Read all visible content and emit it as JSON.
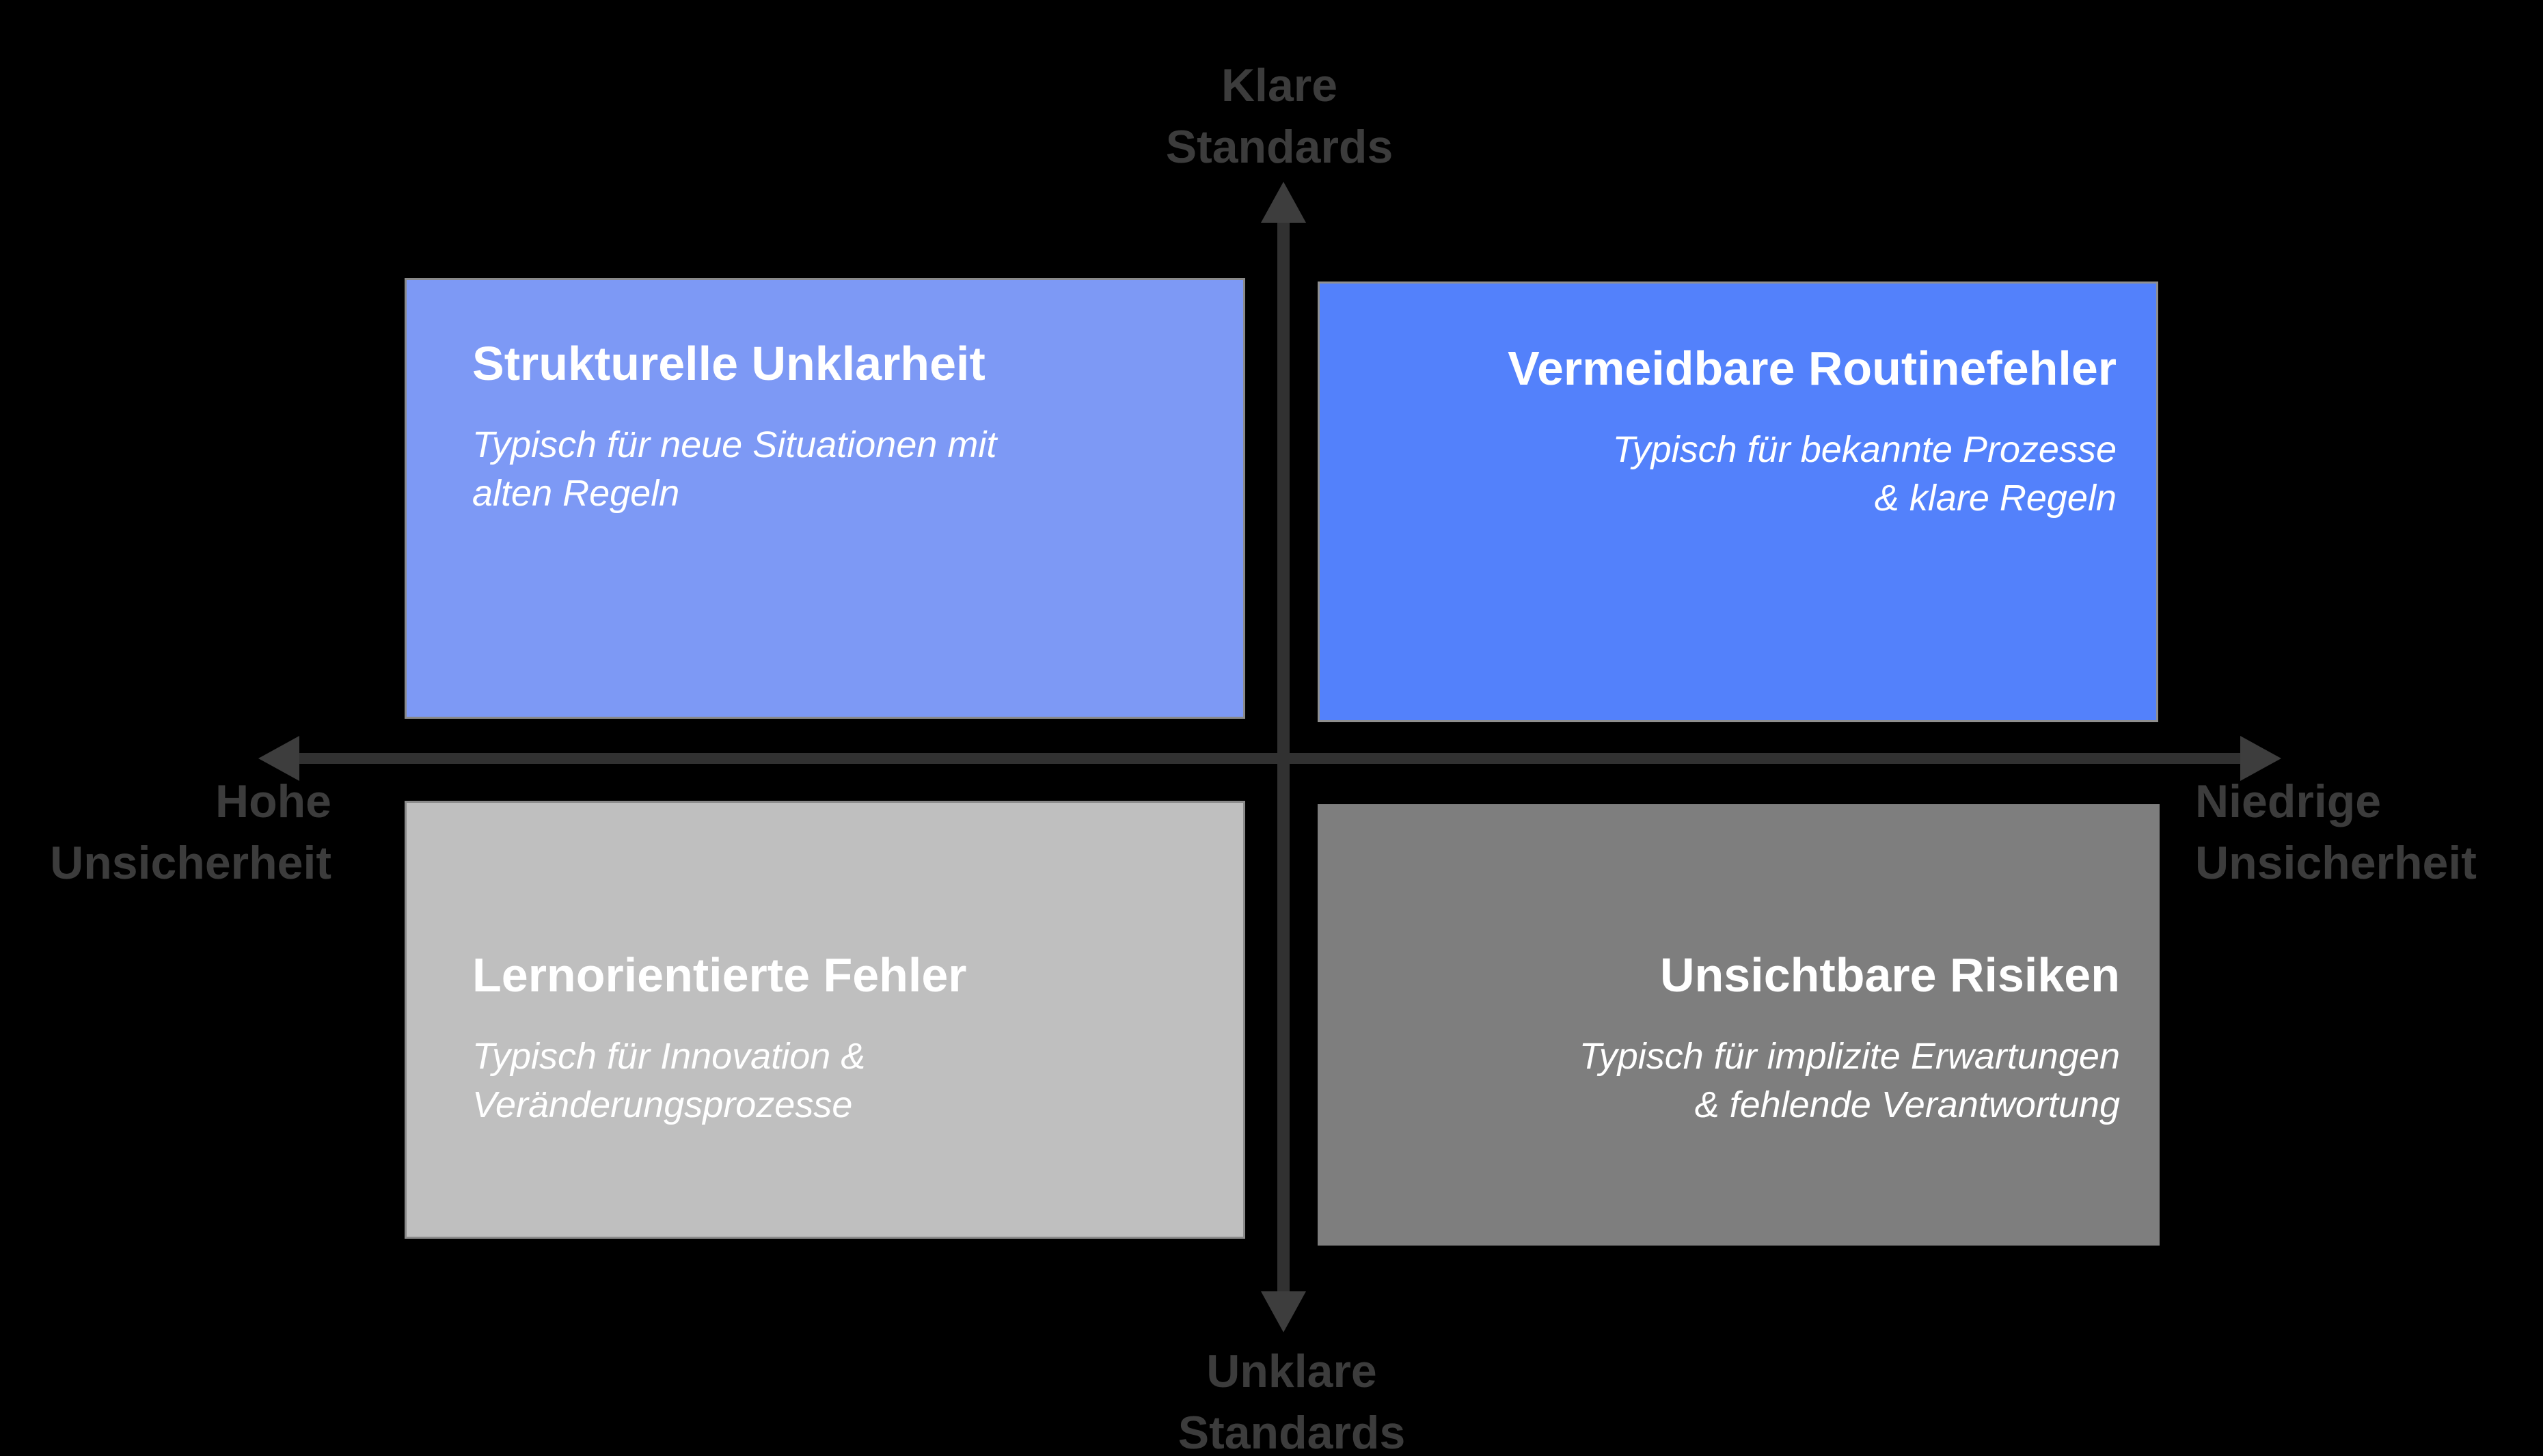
{
  "diagram": {
    "background_color": "#000000",
    "axis": {
      "line_color": "#313131",
      "arrow_color": "#3d3d3d",
      "label_color": "#3c3c3c",
      "top_label": {
        "line1": "Klare",
        "line2": "Standards"
      },
      "bottom_label": {
        "line1": "Unklare",
        "line2": "Standards"
      },
      "left_label": {
        "line1": "Hohe",
        "line2": "Unsicherheit"
      },
      "right_label": {
        "line1": "Niedrige",
        "line2": "Unsicherheit"
      }
    },
    "quadrants": [
      {
        "position": "top-left",
        "title": "Strukturelle Unklarheit",
        "subtitle_line1": "Typisch für neue Situationen mit",
        "subtitle_line2": "alten Regeln",
        "fill_color": "#7d99f5",
        "border_color": "#8a8a8a",
        "text_color": "#ffffff",
        "text_align": "left"
      },
      {
        "position": "top-right",
        "title": "Vermeidbare Routinefehler",
        "subtitle_line1": "Typisch für bekannte Prozesse",
        "subtitle_line2": "& klare Regeln",
        "fill_color": "#5381fb",
        "border_color": "#8f8f8f",
        "text_color": "#ffffff",
        "text_align": "right"
      },
      {
        "position": "bottom-left",
        "title": "Lernorientierte Fehler",
        "subtitle_line1": "Typisch für Innovation &",
        "subtitle_line2": "Veränderungsprozesse",
        "fill_color": "#bfbfbf",
        "border_color": "#8a8a8a",
        "text_color": "#ffffff",
        "text_align": "left"
      },
      {
        "position": "bottom-right",
        "title": "Unsichtbare Risiken",
        "subtitle_line1": "Typisch für implizite Erwartungen",
        "subtitle_line2": "& fehlende Verantwortung",
        "fill_color": "#7e7e7e",
        "border_color": null,
        "text_color": "#ffffff",
        "text_align": "right"
      }
    ]
  }
}
